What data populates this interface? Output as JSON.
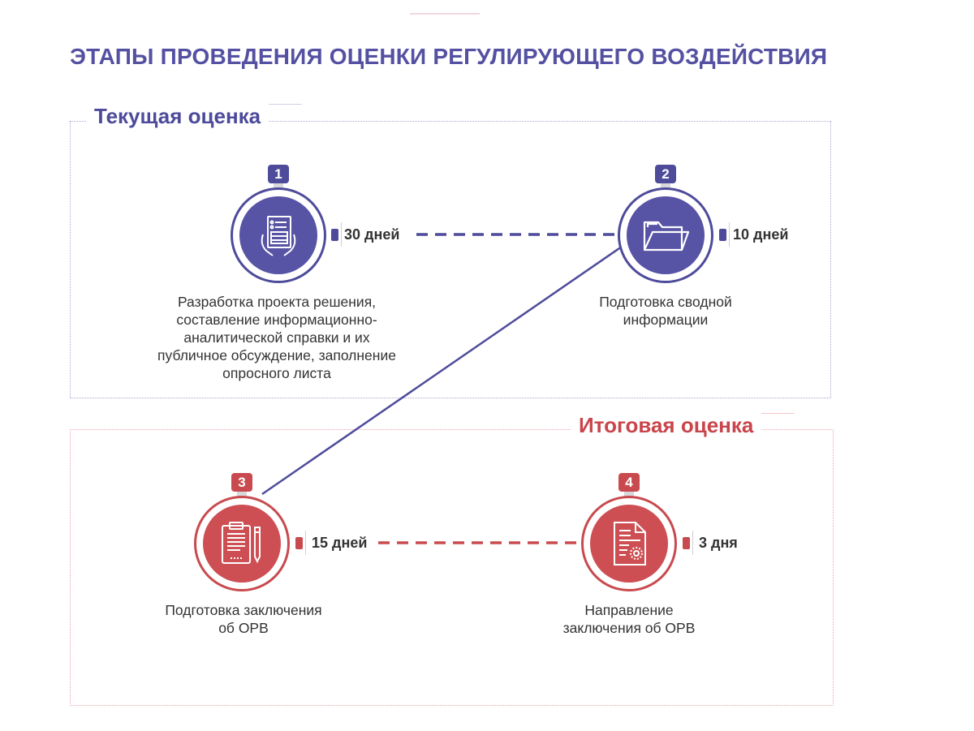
{
  "page": {
    "title": "ЭТАПЫ ПРОВЕДЕНИЯ ОЦЕНКИ РЕГУЛИРУЮЩЕГО ВОЗДЕЙСТВИЯ"
  },
  "sections": {
    "current": {
      "title": "Текущая оценка",
      "color": "#4e4b9b"
    },
    "final": {
      "title": "Итоговая оценка",
      "color": "#c94a4e"
    }
  },
  "stages": [
    {
      "number": "1",
      "duration": "30 дней",
      "icon": "form-document-icon",
      "label_lines": [
        "Разработка проекта решения,",
        "составление информационно-",
        "аналитической справки и их",
        "публичное обсуждение, заполнение",
        "опросного листа"
      ]
    },
    {
      "number": "2",
      "duration": "10 дней",
      "icon": "folder-icon",
      "label_lines": [
        "Подготовка сводной",
        "информации"
      ]
    },
    {
      "number": "3",
      "duration": "15 дней",
      "icon": "clipboard-pen-icon",
      "label_lines": [
        "Подготовка заключения",
        "об ОРВ"
      ]
    },
    {
      "number": "4",
      "duration": "3 дня",
      "icon": "certificate-document-icon",
      "label_lines": [
        "Направление",
        "заключения об ОРВ"
      ]
    }
  ]
}
